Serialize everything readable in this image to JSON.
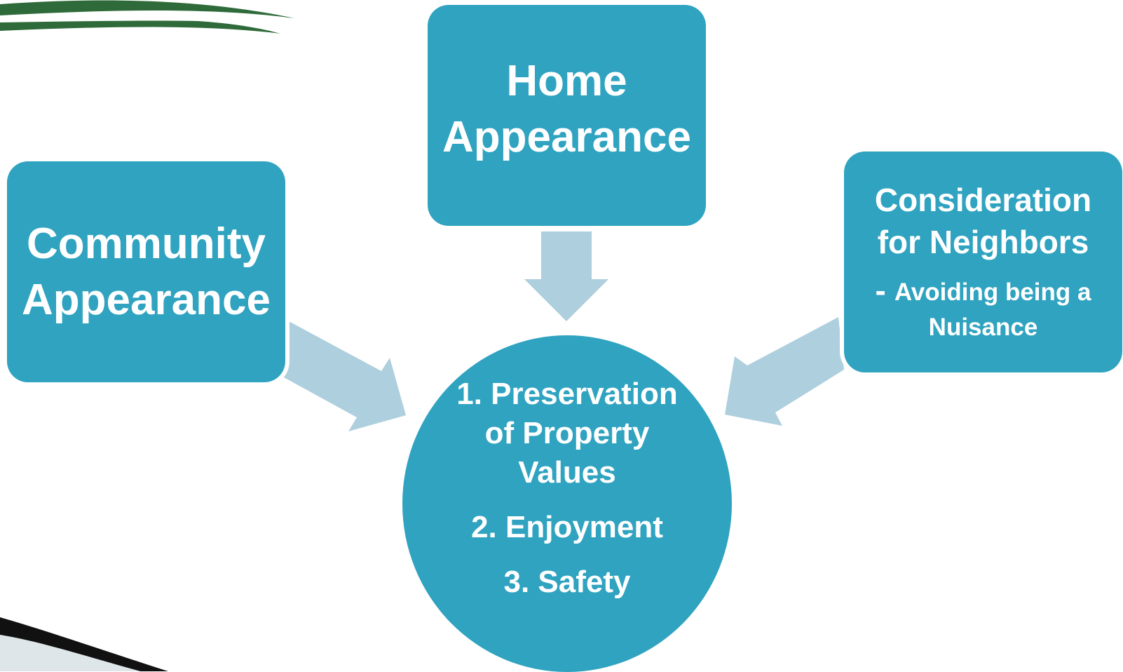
{
  "diagram": {
    "inputs": {
      "community": {
        "lines": [
          "Community",
          "Appearance"
        ]
      },
      "home": {
        "lines": [
          "Home",
          "Appearance"
        ]
      },
      "neighbors": {
        "title_lines": [
          "Consideration",
          "for Neighbors"
        ],
        "sub_dash": "-",
        "sub_lines": [
          "Avoiding being a",
          "Nuisance"
        ]
      }
    },
    "goals": [
      {
        "lines": [
          "1. Preservation",
          "of Property",
          "Values"
        ]
      },
      {
        "lines": [
          "2. Enjoyment"
        ]
      },
      {
        "lines": [
          "3. Safety"
        ]
      }
    ]
  },
  "colors": {
    "box_fill": "#2fa3c0",
    "arrow_fill": "#aecfdd",
    "text": "#ffffff",
    "swoosh_green": "#2f6b3a",
    "swoosh_black": "#111111"
  }
}
